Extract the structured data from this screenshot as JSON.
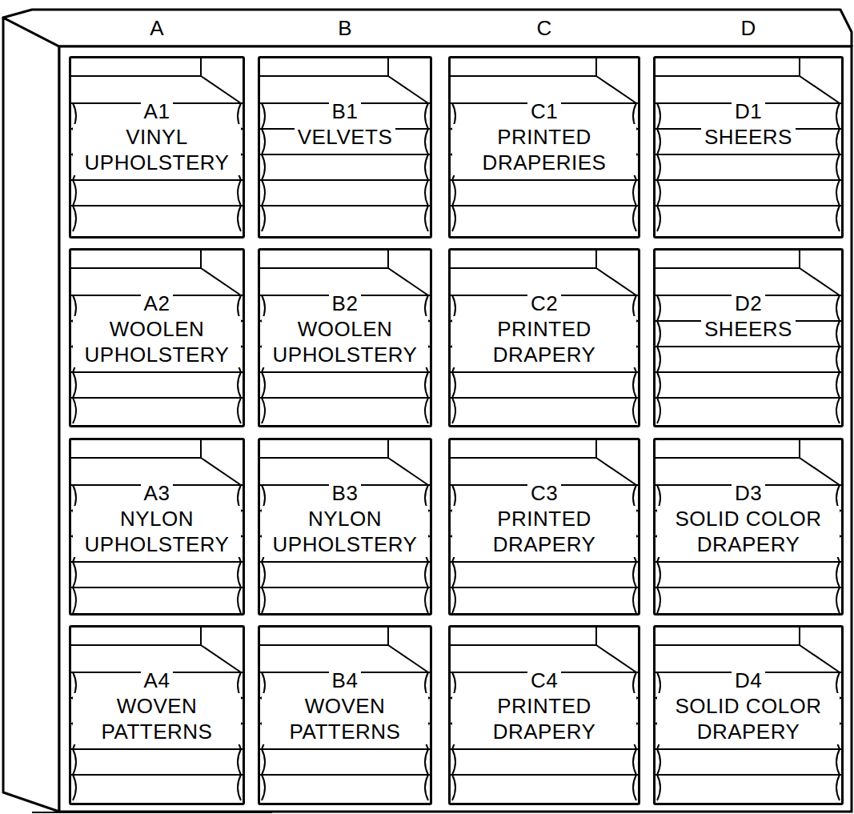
{
  "diagram": {
    "nodes": [
      {
        "text": [
          "A1",
          "VINYL UPHOLSTERY"
        ]
      },
      {
        "text": [
          "B1",
          "VELVETS"
        ]
      },
      {
        "text": [
          "C1",
          "PRINTED DRAPERIES"
        ]
      },
      {
        "text": [
          "D1",
          "SHEERS"
        ]
      },
      {
        "text": [
          "A2",
          "WOOLEN UPHOLSTERY"
        ]
      },
      {
        "text": [
          "B2",
          "WOOLEN UPHOLSTERY"
        ]
      },
      {
        "text": [
          "C2",
          "PRINTED DRAPERY"
        ]
      },
      {
        "text": [
          "D2",
          "SHEERS"
        ]
      },
      {
        "text": [
          "A3",
          "NYLON UPHOLSTERY"
        ]
      },
      {
        "text": [
          "B3",
          "NYLON UPHOLSTERY"
        ]
      },
      {
        "text": [
          "C3",
          "PRINTED DRAPERY"
        ]
      },
      {
        "text": [
          "D3",
          "SOLID COLOR DRAPERY"
        ]
      },
      {
        "text": [
          "A4",
          "WOVEN PATTERNS"
        ]
      },
      {
        "text": [
          "B4",
          "WOVEN PATTERNS"
        ]
      },
      {
        "text": [
          "C4",
          "PRINTED DRAPERY"
        ]
      },
      {
        "text": [
          "D4",
          "SOLID COLOR DRAPERY"
        ]
      }
    ],
    "labels": [
      "A",
      "B",
      "C",
      "D"
    ]
  }
}
